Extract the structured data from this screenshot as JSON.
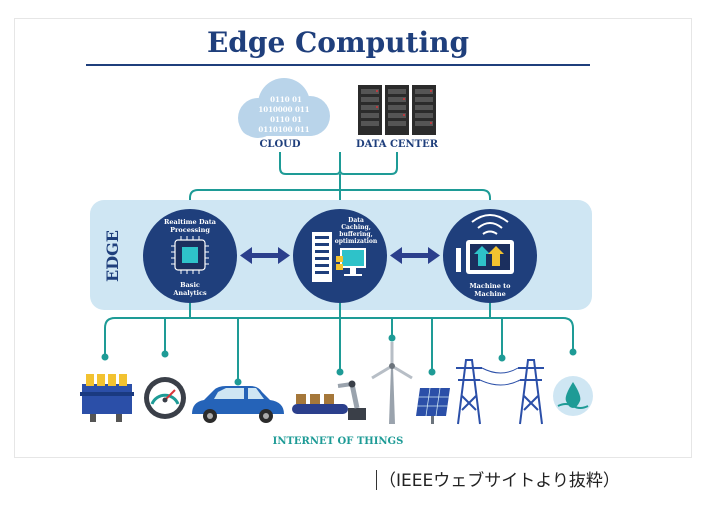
{
  "title": "Edge Computing",
  "cloud": {
    "label": "CLOUD",
    "binary": [
      "0110 01",
      "1010000 011",
      "0110 01",
      "0110100 011"
    ]
  },
  "datacenter": {
    "label": "DATA CENTER"
  },
  "edge": {
    "label": "EDGE",
    "nodes": [
      {
        "top_lines": [
          "Realtime Data",
          "Processing"
        ],
        "bottom_lines": [
          "Basic",
          "Analytics"
        ],
        "icon": "chip-icon"
      },
      {
        "top_lines": [
          "Data",
          "Caching,",
          "buffering,",
          "optimization"
        ],
        "icon": "server-monitor-icon"
      },
      {
        "bottom_lines": [
          "Machine to",
          "Machine"
        ],
        "icon": "tablet-signal-icon"
      }
    ]
  },
  "iot": {
    "label": "INTERNET OF THINGS",
    "devices": [
      "engine-icon",
      "gauge-icon",
      "car-icon",
      "robot-arm-icon",
      "wind-turbine-icon",
      "solar-panel-icon",
      "power-tower-icon",
      "water-drop-icon"
    ]
  },
  "caption": "（IEEEウェブサイトより抜粋）",
  "colors": {
    "navy": "#1f3f7c",
    "teal": "#1e9b96",
    "lightblue": "#cfe6f3",
    "cloud": "#b9d4ea",
    "red": "#d9353a"
  }
}
